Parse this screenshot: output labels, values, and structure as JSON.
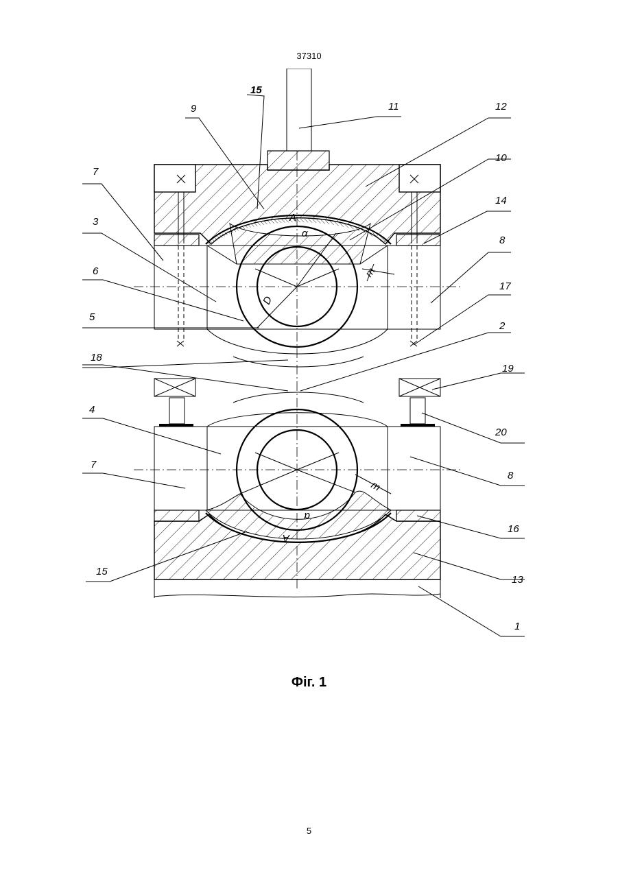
{
  "header": {
    "patent_number": "37310"
  },
  "figure": {
    "caption": "Фіг. 1",
    "labels": {
      "l15top": "15",
      "l9": "9",
      "l11": "11",
      "l12": "12",
      "l10": "10",
      "l7top": "7",
      "l14": "14",
      "l3": "3",
      "l8top": "8",
      "l6": "6",
      "l17": "17",
      "l5": "5",
      "l2": "2",
      "l18": "18",
      "l19": "19",
      "l20": "20",
      "l4": "4",
      "l7bot": "7",
      "l8bot": "8",
      "l16": "16",
      "l13": "13",
      "l15bot": "15",
      "l1": "1"
    },
    "dimensions": {
      "alpha_top": "α",
      "m_top": "m",
      "D_top": "D",
      "A_top": "A",
      "alpha_bot": "α",
      "m_bot": "m",
      "A_bot": "A"
    }
  },
  "footer": {
    "page_number": "5"
  }
}
